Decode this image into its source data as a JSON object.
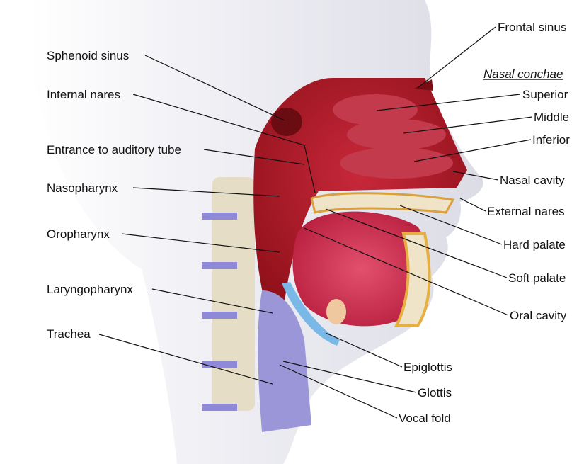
{
  "labels": {
    "frontal_sinus": "Frontal sinus",
    "nasal_conchae": "Nasal conchae",
    "superior": "Superior",
    "middle": "Middle",
    "inferior": "Inferior",
    "nasal_cavity": "Nasal cavity",
    "external_nares": "External nares",
    "hard_palate": "Hard palate",
    "soft_palate": "Soft palate",
    "oral_cavity": "Oral cavity",
    "epiglottis": "Epiglottis",
    "glottis": "Glottis",
    "vocal_fold": "Vocal fold",
    "sphenoid_sinus": "Sphenoid sinus",
    "internal_nares": "Internal nares",
    "entrance_auditory_tube": "Entrance to auditory tube",
    "nasopharynx": "Nasopharynx",
    "oropharynx": "Oropharynx",
    "laryngopharynx": "Laryngopharynx",
    "trachea": "Trachea"
  },
  "colors": {
    "skin": "#eeeef2",
    "cavity": "#a3161e",
    "tissue": "#d6345a",
    "bone": "#e8dcc0",
    "cartilage": "#8e8ad8",
    "fat": "#f0c050"
  }
}
